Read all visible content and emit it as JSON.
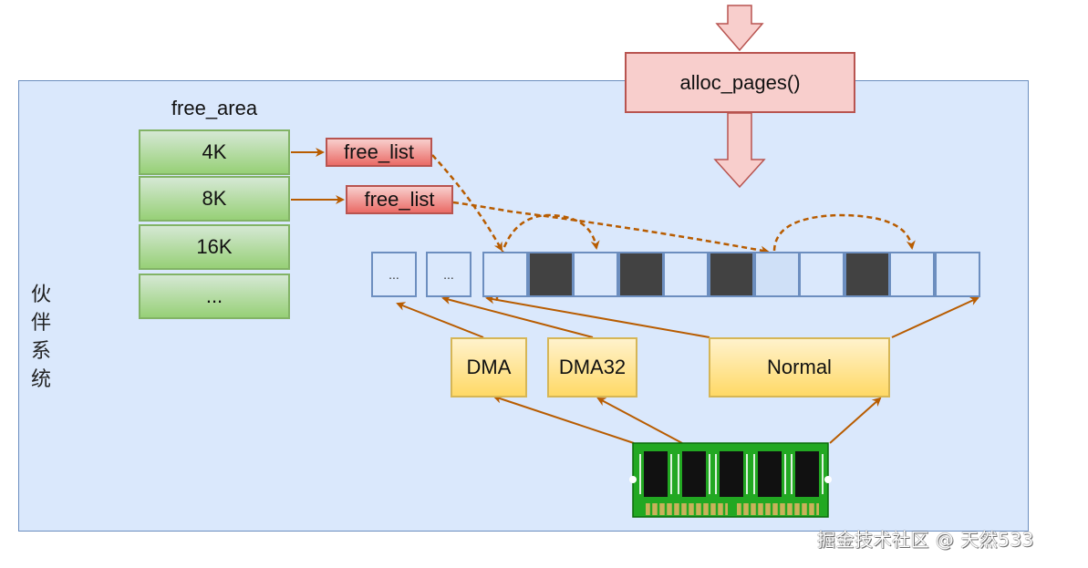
{
  "diagram": {
    "container_label": [
      "伙",
      "伴",
      "系",
      "统"
    ],
    "entry_function": "alloc_pages()",
    "free_area": {
      "title": "free_area",
      "orders": [
        "4K",
        "8K",
        "16K",
        "..."
      ]
    },
    "free_lists": [
      {
        "label": "free_list",
        "from_order": "4K"
      },
      {
        "label": "free_list",
        "from_order": "8K"
      }
    ],
    "pages": {
      "ellipsis_cells": [
        "...",
        "..."
      ],
      "cells": [
        "free",
        "used",
        "free",
        "used",
        "free",
        "used",
        "light",
        "free",
        "used",
        "free",
        "free"
      ]
    },
    "zones": [
      "DMA",
      "DMA32",
      "Normal"
    ],
    "memory_module": "ram-stick-icon",
    "colors": {
      "container_fill": "#dae8fc",
      "container_border": "#6c8ebf",
      "free_area_fill": "#97d077",
      "free_area_border": "#82b366",
      "free_list_fill": "#ea6b66",
      "free_list_border": "#b85450",
      "alloc_fill": "#f8cecc",
      "zone_fill": "#ffd966",
      "zone_border": "#d6b656",
      "arrow": "#b85c00",
      "used_page": "#424242"
    }
  },
  "watermark": "掘金技术社区 @ 天然533"
}
